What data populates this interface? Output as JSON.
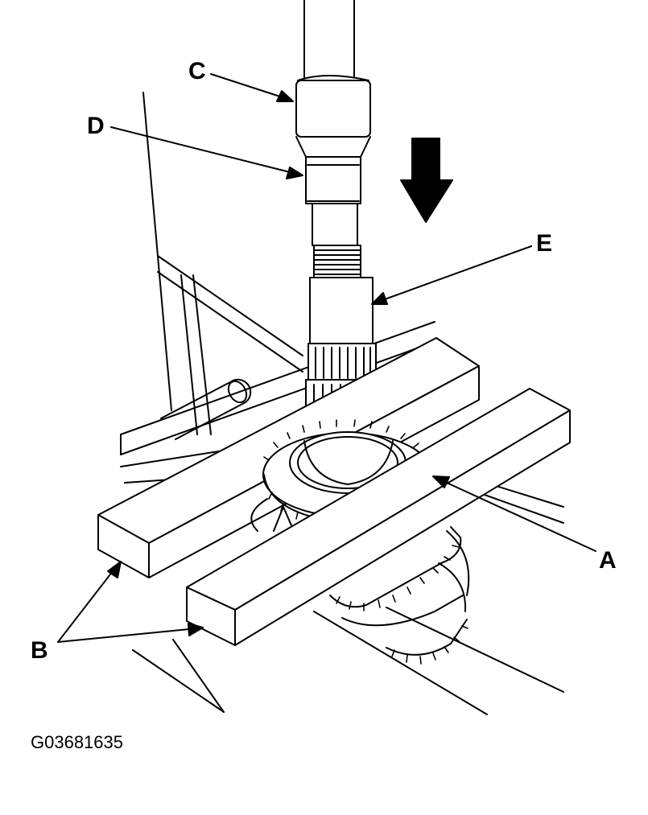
{
  "labels": {
    "a": "A",
    "b": "B",
    "c": "C",
    "d": "D",
    "e": "E"
  },
  "figure_code": "G03681635",
  "icons": {
    "press_direction": "down-arrow-icon"
  },
  "colors": {
    "ink": "#000000",
    "paper": "#ffffff"
  }
}
